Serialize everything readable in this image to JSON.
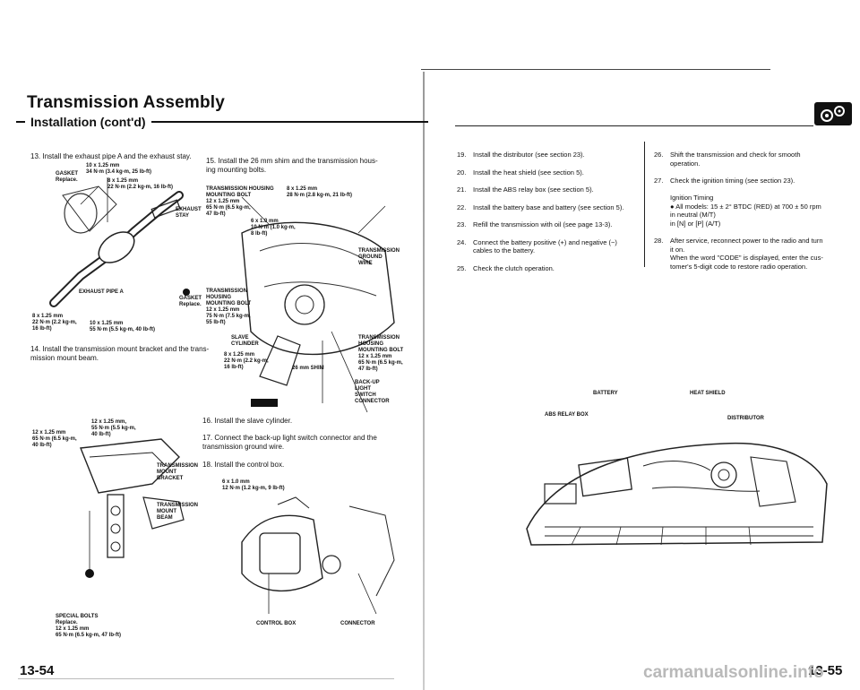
{
  "header": {
    "title": "Transmission Assembly",
    "subtitle": "Installation (cont'd)"
  },
  "left_page": {
    "step13": "13. Install the exhaust pipe A and the exhaust stay.",
    "step14": "14. Install the transmission mount bracket and the trans-\nmission mount beam.",
    "step15": "15. Install the 26 mm shim and the transmission hous-\ning mounting bolts.",
    "step16": "16. Install the slave cylinder.",
    "step17": "17. Connect the back-up light switch connector and the\ntransmission ground wire.",
    "step18": "18. Install the control box.",
    "labels": {
      "b1": "10 x 1.25 mm\n34 N·m (3.4 kg-m, 25 lb-ft)",
      "gasket1": "GASKET\nReplace.",
      "b2": "8 x 1.25 mm\n22 N·m (2.2 kg-m, 16 lb-ft)",
      "stay": "EXHAUST\nSTAY",
      "pipe": "EXHAUST PIPE A",
      "gasket2": "GASKET\nReplace.",
      "b3": "8 x 1.25 mm\n22 N·m (2.2 kg-m,\n16 lb-ft)",
      "b4": "10 x 1.25 mm\n55 N·m (5.5 kg-m, 40 lb-ft)",
      "b5": "12 x 1.25 mm,\n55 N·m (5.5 kg-m,\n40 lb-ft)",
      "b6": "12 x 1.25 mm\n65 N·m (6.5 kg-m,\n40 lb-ft)",
      "tmb": "TRANSMISSION\nMOUNT\nBRACKET",
      "tmbeam": "TRANSMISSION\nMOUNT\nBEAM",
      "special": "SPECIAL BOLTS\nReplace.\n12 x 1.25 mm\n65 N·m (6.5 kg-m, 47 lb-ft)",
      "thmb1": "TRANSMISSION HOUSING\nMOUNTING BOLT\n12 x 1.25 mm\n65 N·m (6.5 kg-m,\n47 lb-ft)",
      "b7": "8 x 1.25 mm\n28 N·m (2.8 kg-m, 21 lb-ft)",
      "b8": "6 x 1.0 mm\n10 N·m (1.0 kg-m,\n8 lb-ft)",
      "tgw": "TRANSMISSION\nGROUND\nWIRE",
      "thmb2": "TRANSMISSION\nHOUSING\nMOUNTING BOLT\n12 x 1.25 mm\n75 N·m (7.5 kg-m,\n55 lb-ft)",
      "slave": "SLAVE\nCYLINDER",
      "b9": "8 x 1.25 mm\n22 N·m (2.2 kg-m,\n16 lb-ft)",
      "shim": "26 mm SHIM",
      "thmb3": "TRANSMISSION\nHOUSING\nMOUNTING BOLT\n12 x 1.25 mm\n65 N·m (6.5 kg-m,\n47 lb-ft)",
      "backup": "BACK-UP\nLIGHT\nSWITCH\nCONNECTOR",
      "b10": "6 x 1.0 mm\n12 N·m (1.2 kg-m, 9 lb-ft)",
      "cbox": "CONTROL BOX",
      "conn": "CONNECTOR"
    },
    "page_number": "13-54"
  },
  "right_page": {
    "steps_a": [
      {
        "num": "19.",
        "text": "Install the distributor (see section 23)."
      },
      {
        "num": "20.",
        "text": "Install the heat shield (see section 5)."
      },
      {
        "num": "21.",
        "text": "Install the ABS relay box (see section 5)."
      },
      {
        "num": "22.",
        "text": "Install the battery base and battery (see section 5)."
      },
      {
        "num": "23.",
        "text": "Refill the transmission with oil (see page 13-3)."
      },
      {
        "num": "24.",
        "text": "Connect the battery positive (+) and negative (−)\ncables to the battery."
      },
      {
        "num": "25.",
        "text": "Check the clutch operation."
      }
    ],
    "steps_b": [
      {
        "num": "26.",
        "text": "Shift the transmission and check for smooth\noperation."
      },
      {
        "num": "27.",
        "text": "Check the ignition timing (see section 23).\n\nIgnition Timing\n● All models: 15 ± 2° BTDC (RED) at 700 ± 50 rpm\n    in neutral (M/T)\n    in [N] or [P] (A/T)"
      },
      {
        "num": "28.",
        "text": "After service, reconnect power to the radio and turn\nit on.\nWhen the word \"CODE\" is displayed, enter the cus-\ntomer's 5-digit code to restore radio operation."
      }
    ],
    "labels": {
      "battery": "BATTERY",
      "heat": "HEAT SHIELD",
      "abs": "ABS RELAY BOX",
      "dist": "DISTRIBUTOR"
    },
    "page_number": "13-55"
  },
  "watermark": "carmanualsonline.info"
}
